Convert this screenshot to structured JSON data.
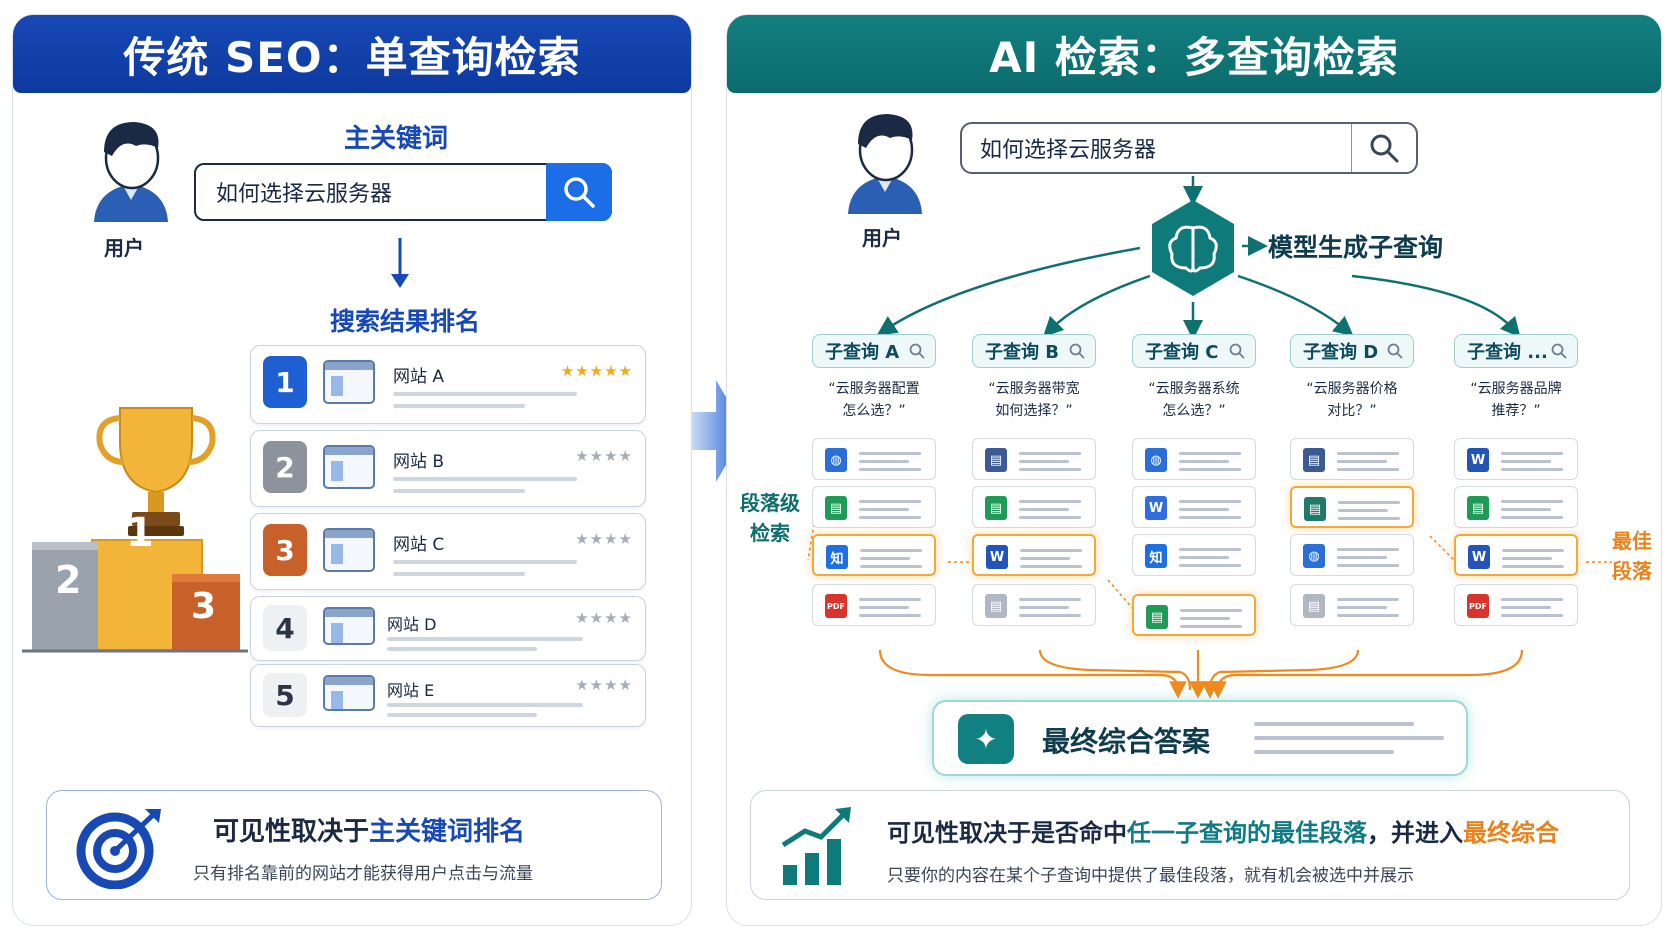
{
  "left": {
    "banner": "传统 SEO：单查询检索",
    "keyword_label": "主关键词",
    "user_label": "用户",
    "search_query": "如何选择云服务器",
    "ranking_title": "搜索结果排名",
    "podium": [
      "1",
      "2",
      "3"
    ],
    "results": [
      {
        "rank": "1",
        "site": "网站 A",
        "stars": "★★★★★",
        "stars_color": "#f2a91c"
      },
      {
        "rank": "2",
        "site": "网站 B",
        "stars": "★★★★",
        "stars_color": "#a7adb6"
      },
      {
        "rank": "3",
        "site": "网站 C",
        "stars": "★★★★",
        "stars_color": "#a7adb6"
      },
      {
        "rank": "4",
        "site": "网站 D",
        "stars": "★★★★",
        "stars_color": "#a7adb6"
      },
      {
        "rank": "5",
        "site": "网站 E",
        "stars": "★★★★",
        "stars_color": "#a7adb6"
      }
    ],
    "rank_colors": [
      "#1e5fd4",
      "#8c939d",
      "#c8602a",
      "#eef0f3",
      "#eef0f3"
    ],
    "bottom_title_pre": "可见性取决于",
    "bottom_title_hl": "主关键词排名",
    "bottom_sub": "只有排名靠前的网站才能获得用户点击与流量"
  },
  "right": {
    "banner": "AI 检索：多查询检索",
    "user_label": "用户",
    "search_query": "如何选择云服务器",
    "model_label": "模型生成子查询",
    "subqueries": [
      {
        "head": "子查询 A",
        "q1": "“云服务器配置",
        "q2": "怎么选？”"
      },
      {
        "head": "子查询 B",
        "q1": "“云服务器带宽",
        "q2": "如何选择？”"
      },
      {
        "head": "子查询 C",
        "q1": "“云服务器系统",
        "q2": "怎么选？”"
      },
      {
        "head": "子查询 D",
        "q1": "“云服务器价格",
        "q2": "对比？”"
      },
      {
        "head": "子查询 ...",
        "q1": "“云服务器品牌",
        "q2": "推荐？”"
      }
    ],
    "doc_icons": [
      [
        {
          "t": "globe-icon",
          "g": "◍",
          "c": "#2a6fd8"
        },
        {
          "t": "doc-icon",
          "g": "▤",
          "c": "#1f9b58"
        },
        {
          "t": "zhi-icon",
          "g": "知",
          "c": "#1e6fe0"
        },
        {
          "t": "pdf-icon",
          "g": "PDF",
          "c": "#d9342b"
        }
      ],
      [
        {
          "t": "doc-icon",
          "g": "▤",
          "c": "#3c5b94"
        },
        {
          "t": "sheet-icon",
          "g": "▤",
          "c": "#1f9b58"
        },
        {
          "t": "word-icon",
          "g": "W",
          "c": "#2354b8"
        },
        {
          "t": "doc-icon",
          "g": "▤",
          "c": "#b0b7c2"
        }
      ],
      [
        {
          "t": "globe-icon",
          "g": "◍",
          "c": "#2a6fd8"
        },
        {
          "t": "word-icon",
          "g": "W",
          "c": "#2f6de0"
        },
        {
          "t": "zhi-icon",
          "g": "知",
          "c": "#1e6fe0"
        },
        {
          "t": "sheet-icon",
          "g": "▤",
          "c": "#1f9b58"
        }
      ],
      [
        {
          "t": "doc-icon",
          "g": "▤",
          "c": "#3c5b94"
        },
        {
          "t": "doc-icon",
          "g": "▤",
          "c": "#1f7a6a"
        },
        {
          "t": "globe-icon",
          "g": "◍",
          "c": "#2a6fd8"
        },
        {
          "t": "doc-icon",
          "g": "▤",
          "c": "#b0b7c2"
        }
      ],
      [
        {
          "t": "word-icon",
          "g": "W",
          "c": "#2354b8"
        },
        {
          "t": "sheet-icon",
          "g": "▤",
          "c": "#1f9b58"
        },
        {
          "t": "word-icon",
          "g": "W",
          "c": "#2354b8"
        },
        {
          "t": "pdf-icon",
          "g": "PDF",
          "c": "#d9342b"
        }
      ]
    ],
    "highlighted": [
      [
        0,
        2
      ],
      [
        1,
        2
      ],
      [
        2,
        3
      ],
      [
        3,
        1
      ],
      [
        4,
        2
      ]
    ],
    "side_left": [
      "段落级",
      "检索"
    ],
    "side_right": [
      "最佳",
      "段落"
    ],
    "final_answer": "最终综合答案",
    "bottom_pre": "可见性取决于是否命中",
    "bottom_hl1": "任一子查询的最佳段落",
    "bottom_mid": "，并进入",
    "bottom_hl2": "最终综合",
    "bottom_sub": "只要你的内容在某个子查询中提供了最佳段落，就有机会被选中并展示"
  },
  "colors": {
    "blue": "#1748b4",
    "teal": "#0b6b6d",
    "orange": "#f08a1c",
    "gold": "#f2b53a"
  }
}
